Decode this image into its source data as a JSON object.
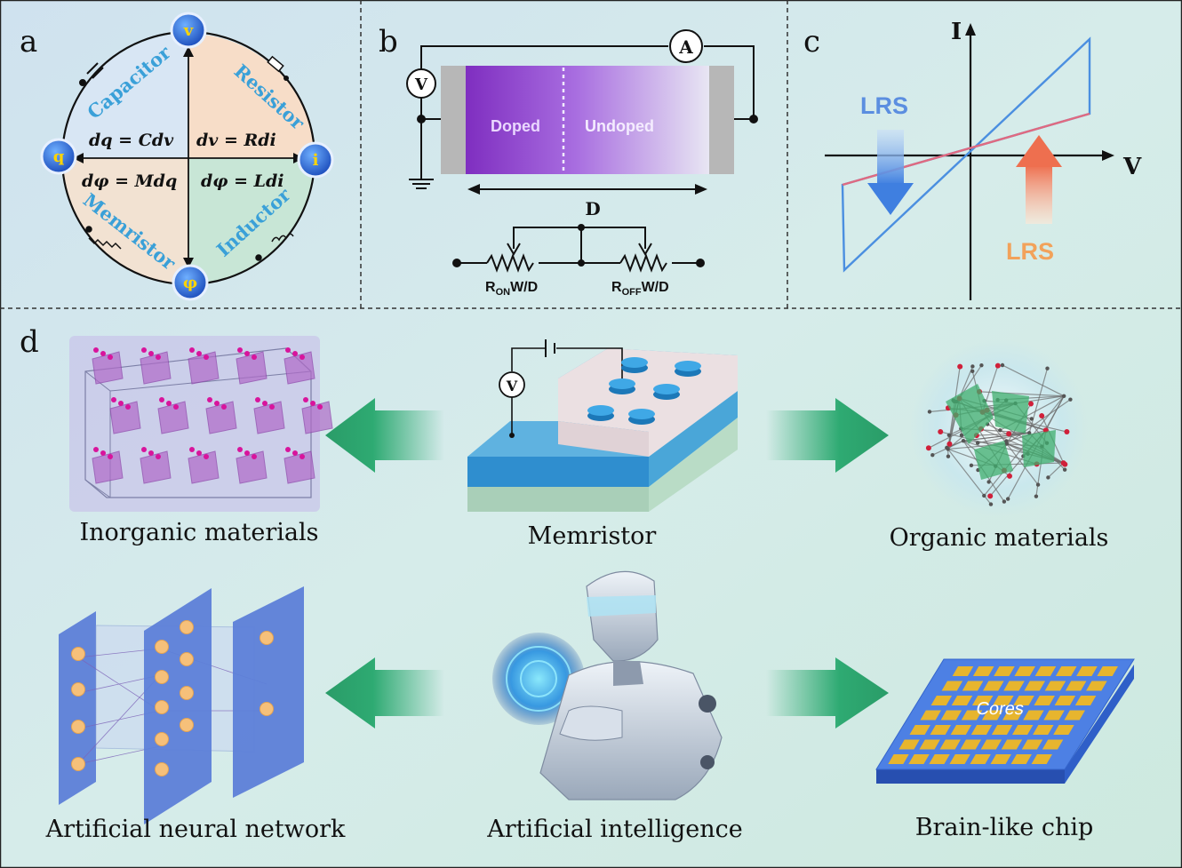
{
  "panels": {
    "a": {
      "label": "a",
      "nodes": {
        "top": "v",
        "left": "q",
        "right": "i",
        "bottom": "φ"
      },
      "arcs": {
        "capacitor": "Capacitor",
        "resistor": "Resistor",
        "memristor": "Memristor",
        "inductor": "Inductor"
      },
      "equations": {
        "tl": "dq = Cdv",
        "tr": "dv = Rdi",
        "bl": "dφ = Mdq",
        "br": "dφ = Ldi"
      }
    },
    "b": {
      "label": "b",
      "ammeter": "A",
      "voltmeter": "V",
      "doped": "Doped",
      "undoped": "Undoped",
      "width": "D",
      "r_on_base": "R",
      "r_on_sub": "ON",
      "r_on_tail": "W/D",
      "r_off_base": "R",
      "r_off_sub": "OFF",
      "r_off_tail": "W/D"
    },
    "c": {
      "label": "c",
      "y_axis": "I",
      "x_axis": "V",
      "lrs_top": "LRS",
      "lrs_bottom": "LRS"
    },
    "d": {
      "label": "d",
      "inorganic": "Inorganic materials",
      "memristor": "Memristor",
      "voltmeter": "V",
      "organic": "Organic materials",
      "ann": "Artificial neural network",
      "ai": "Artificial intelligence",
      "chip": "Brain-like chip",
      "cores": "Cores"
    }
  },
  "colors": {
    "background": "#d4ebe6",
    "node_blue": "#1f62d6",
    "arc_text": "#3aa0d8",
    "equation_text": "#111111",
    "doped_purple": "#8a35c8",
    "lrs_blue": "#5b8ee0",
    "lrs_orange": "#f0a060",
    "arrow_green": "#2eaa72",
    "chip_blue": "#3b6fd6",
    "chip_core": "#e7b52e"
  }
}
